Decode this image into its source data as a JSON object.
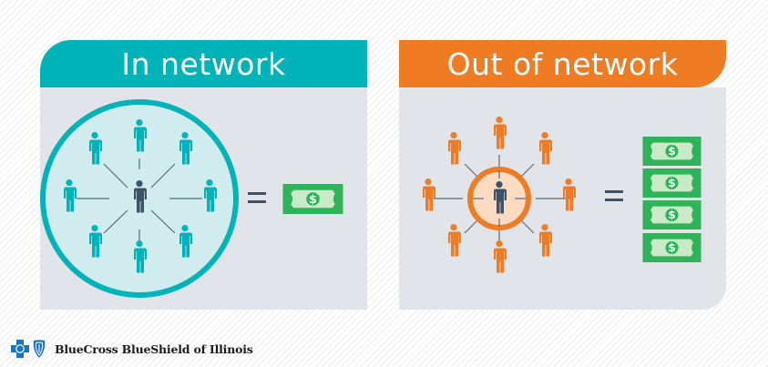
{
  "panels": [
    {
      "id": "in-network",
      "title": "In network",
      "header_color": "#00b3b9",
      "people_color": "#00b3b9",
      "circle_border_color": "#00b3b9",
      "circle_fill_color": "#d1ecee",
      "center_person_color": "#3d5468",
      "equals": "=",
      "money_bills": 1
    },
    {
      "id": "out-of-network",
      "title": "Out of network",
      "header_color": "#ef7c22",
      "people_color": "#ef7c22",
      "circle_border_color": "#ef7c22",
      "circle_fill_color": "#fbdcc3",
      "center_person_color": "#3d5468",
      "equals": "=",
      "money_bills": 4
    }
  ],
  "money": {
    "symbol": "$",
    "bill_color": "#2eb35a",
    "inner_color": "#c9e9c7"
  },
  "footer": {
    "brand": "BlueCross BlueShield of Illinois",
    "logo_color": "#1b75bc"
  }
}
